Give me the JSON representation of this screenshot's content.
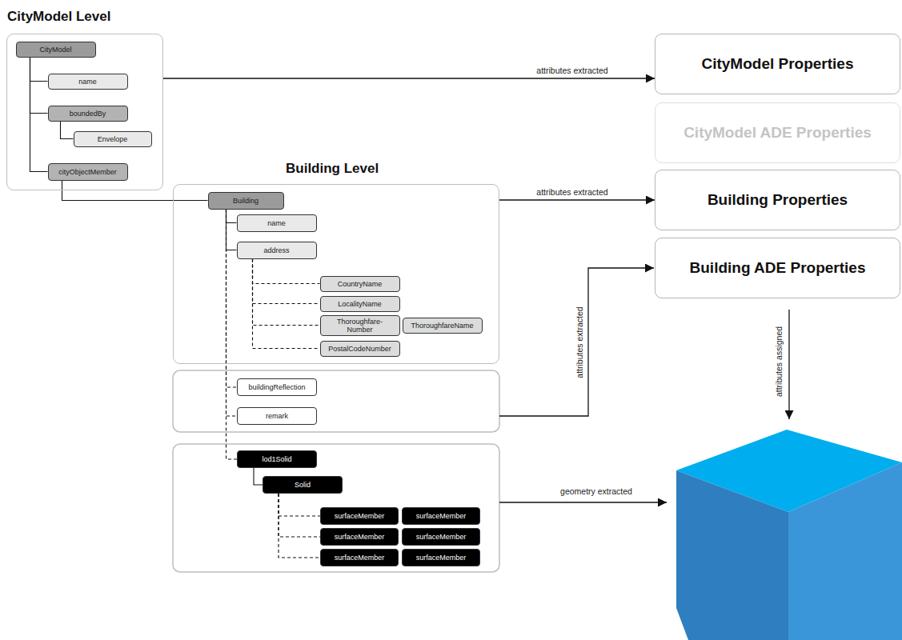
{
  "diagram": {
    "nodes": [
      {
        "text": [
          "CityModel Level"
        ]
      },
      {
        "text": [
          "CityModel"
        ],
        "in": 0
      },
      {
        "text": [
          "name"
        ],
        "in": 0
      },
      {
        "text": [
          "boundedBy"
        ],
        "in": 0
      },
      {
        "text": [
          "Envelope"
        ],
        "in": 0
      },
      {
        "text": [
          "cityObjectMember"
        ],
        "in": 0
      },
      {
        "text": [
          "Building Level"
        ]
      },
      {
        "text": [
          "Building"
        ],
        "in": 6
      },
      {
        "text": [
          "name"
        ],
        "in": 6
      },
      {
        "text": [
          "address"
        ],
        "in": 6
      },
      {
        "text": [
          "CountryName"
        ],
        "in": 6
      },
      {
        "text": [
          "LocalityName"
        ],
        "in": 6
      },
      {
        "text": [
          "Thoroughfare-Number"
        ],
        "in": 6
      },
      {
        "text": [
          "ThoroughfareName"
        ],
        "in": 6
      },
      {
        "text": [
          "PostalCodeNumber"
        ],
        "in": 6
      },
      {
        "text": [
          "buildingReflection"
        ]
      },
      {
        "text": [
          "remark"
        ]
      },
      {
        "text": [
          "lod1Solid"
        ]
      },
      {
        "text": [
          "Solid"
        ]
      },
      {
        "text": [
          "surfaceMember"
        ]
      },
      {
        "text": [
          "surfaceMember"
        ]
      },
      {
        "text": [
          "surfaceMember"
        ]
      },
      {
        "text": [
          "surfaceMember"
        ]
      },
      {
        "text": [
          "surfaceMember"
        ]
      },
      {
        "text": [
          "surfaceMember"
        ]
      },
      {
        "text": [
          "CityModel Properties"
        ]
      },
      {
        "text": [
          "CityModel ADE Properties"
        ]
      },
      {
        "text": [
          "Building Properties"
        ]
      },
      {
        "text": [
          "Building ADE Properties"
        ]
      }
    ],
    "edges": [
      {
        "from": 0,
        "to": 25,
        "label": "attributes extracted",
        "arrow": "to"
      },
      {
        "from": 6,
        "to": 27,
        "label": "attributes extracted",
        "arrow": "to"
      },
      {
        "from": 1,
        "to": 2,
        "arrow": "none"
      },
      {
        "from": 1,
        "to": 3,
        "arrow": "none"
      },
      {
        "from": 1,
        "to": 5,
        "arrow": "none"
      },
      {
        "from": 3,
        "to": 4,
        "arrow": "none"
      },
      {
        "from": 5,
        "to": 7,
        "arrow": "none"
      },
      {
        "from": 7,
        "to": 8,
        "arrow": "none"
      },
      {
        "from": 7,
        "to": 9,
        "arrow": "none"
      },
      {
        "from": 9,
        "to": 10,
        "arrow": "none"
      },
      {
        "from": 9,
        "to": 11,
        "arrow": "none"
      },
      {
        "from": 9,
        "to": 12,
        "arrow": "none"
      },
      {
        "from": 9,
        "to": 14,
        "arrow": "none"
      },
      {
        "from": 7,
        "to": 15,
        "arrow": "none"
      },
      {
        "from": 7,
        "to": 16,
        "arrow": "none"
      },
      {
        "from": 7,
        "to": 17,
        "arrow": "none"
      },
      {
        "from": 17,
        "to": 18,
        "arrow": "none"
      },
      {
        "from": 18,
        "to": 19,
        "arrow": "none"
      },
      {
        "from": 18,
        "to": 21,
        "arrow": "none"
      },
      {
        "from": 18,
        "to": 23,
        "arrow": "none"
      }
    ],
    "labels": [
      "attributes extracted",
      "geometry extracted",
      "attributes assigned"
    ]
  }
}
